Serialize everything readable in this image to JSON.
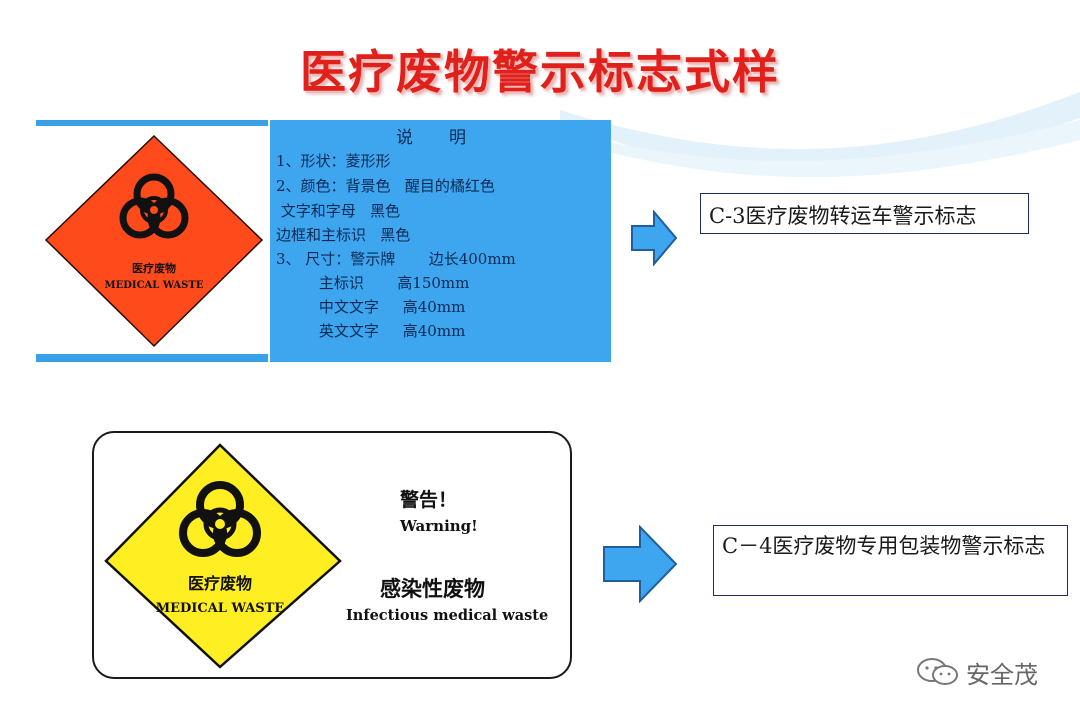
{
  "title": "医疗废物警示标志式样",
  "sign_top": {
    "text_zh": "医疗废物",
    "text_en": "MEDICAL WASTE",
    "background_color": "#ff4a1c",
    "symbol_color": "#000000",
    "icon": "biohazard-icon"
  },
  "description": {
    "heading": "说明",
    "lines": [
      "1、形状：菱形形",
      "2、颜色：背景色   醒目的橘红色",
      " 文字和字母   黑色",
      "边框和主标识   黑色",
      "3、 尺寸：警示牌       边长400mm",
      "         主标识       高150mm",
      "         中文文字     高40mm",
      "         英文文字     高40mm"
    ]
  },
  "label_c3": "C-3医疗废物转运车警示标志",
  "sign_bottom": {
    "text_zh": "医疗废物",
    "text_en": "MEDICAL WASTE",
    "background_color": "#ffee22",
    "symbol_color": "#000000",
    "icon": "biohazard-icon",
    "warning_zh": "警告！",
    "warning_en": "Warning!",
    "infectious_zh": "感染性废物",
    "infectious_en": "Infectious medical waste"
  },
  "label_c4": "C－4医疗废物专用包装物警示标志",
  "watermark": "安全茂",
  "colors": {
    "title": "#e0201b",
    "panel_blue": "#3ea6ef",
    "arrow_fill": "#3ea6ef",
    "arrow_stroke": "#1f5f9e"
  }
}
